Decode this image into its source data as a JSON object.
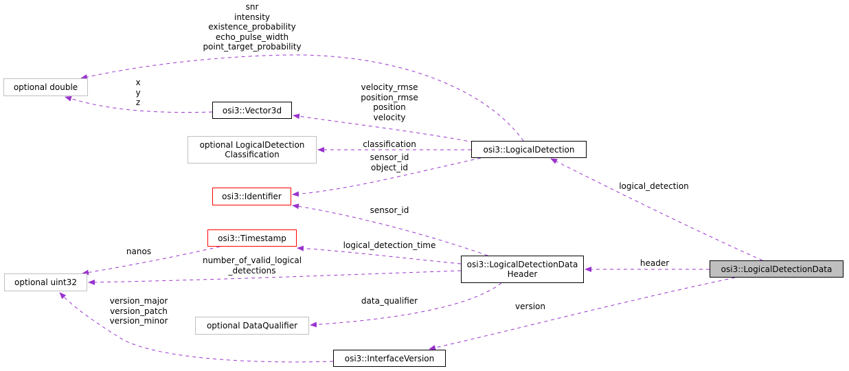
{
  "colors": {
    "edge": "#9a32cd",
    "focus_fill": "#bfbfbf",
    "incomplete_border": "#ff0000",
    "external_border": "#bfbfbf"
  },
  "nodes": {
    "optional_double": {
      "lines": [
        "optional double"
      ],
      "style": "external"
    },
    "vector3d": {
      "lines": [
        "osi3::Vector3d"
      ],
      "style": "class"
    },
    "classification": {
      "lines": [
        "optional LogicalDetection",
        "Classification"
      ],
      "style": "external"
    },
    "identifier": {
      "lines": [
        "osi3::Identifier"
      ],
      "style": "truncated"
    },
    "timestamp": {
      "lines": [
        "osi3::Timestamp"
      ],
      "style": "truncated"
    },
    "uint32": {
      "lines": [
        "optional uint32"
      ],
      "style": "external"
    },
    "dataqualifier": {
      "lines": [
        "optional DataQualifier"
      ],
      "style": "external"
    },
    "interfaceversion": {
      "lines": [
        "osi3::InterfaceVersion"
      ],
      "style": "class"
    },
    "logicaldetection": {
      "lines": [
        "osi3::LogicalDetection"
      ],
      "style": "class"
    },
    "header": {
      "lines": [
        "osi3::LogicalDetectionData",
        "Header"
      ],
      "style": "class"
    },
    "ldd": {
      "lines": [
        "osi3::LogicalDetectionData"
      ],
      "style": "focus"
    }
  },
  "edges": [
    {
      "from": "logicaldetection",
      "to": "optional_double",
      "labels": [
        "snr",
        "intensity",
        "existence_probability",
        "echo_pulse_width",
        "point_target_probability"
      ]
    },
    {
      "from": "vector3d",
      "to": "optional_double",
      "labels": [
        "x",
        "y",
        "z"
      ]
    },
    {
      "from": "logicaldetection",
      "to": "vector3d",
      "labels": [
        "velocity_rmse",
        "position_rmse",
        "position",
        "velocity"
      ]
    },
    {
      "from": "logicaldetection",
      "to": "classification",
      "labels": [
        "classification"
      ]
    },
    {
      "from": "logicaldetection",
      "to": "identifier",
      "labels": [
        "sensor_id",
        "object_id"
      ]
    },
    {
      "from": "header",
      "to": "identifier",
      "labels": [
        "sensor_id"
      ]
    },
    {
      "from": "timestamp",
      "to": "uint32",
      "labels": [
        "nanos"
      ]
    },
    {
      "from": "header",
      "to": "timestamp",
      "labels": [
        "logical_detection_time"
      ]
    },
    {
      "from": "header",
      "to": "uint32",
      "labels": [
        "number_of_valid_logical",
        "_detections"
      ]
    },
    {
      "from": "header",
      "to": "dataqualifier",
      "labels": [
        "data_qualifier"
      ]
    },
    {
      "from": "interfaceversion",
      "to": "uint32",
      "labels": [
        "version_major",
        "version_patch",
        "version_minor"
      ]
    },
    {
      "from": "ldd",
      "to": "logicaldetection",
      "labels": [
        "logical_detection"
      ]
    },
    {
      "from": "ldd",
      "to": "header",
      "labels": [
        "header"
      ]
    },
    {
      "from": "ldd",
      "to": "interfaceversion",
      "labels": [
        "version"
      ]
    }
  ]
}
